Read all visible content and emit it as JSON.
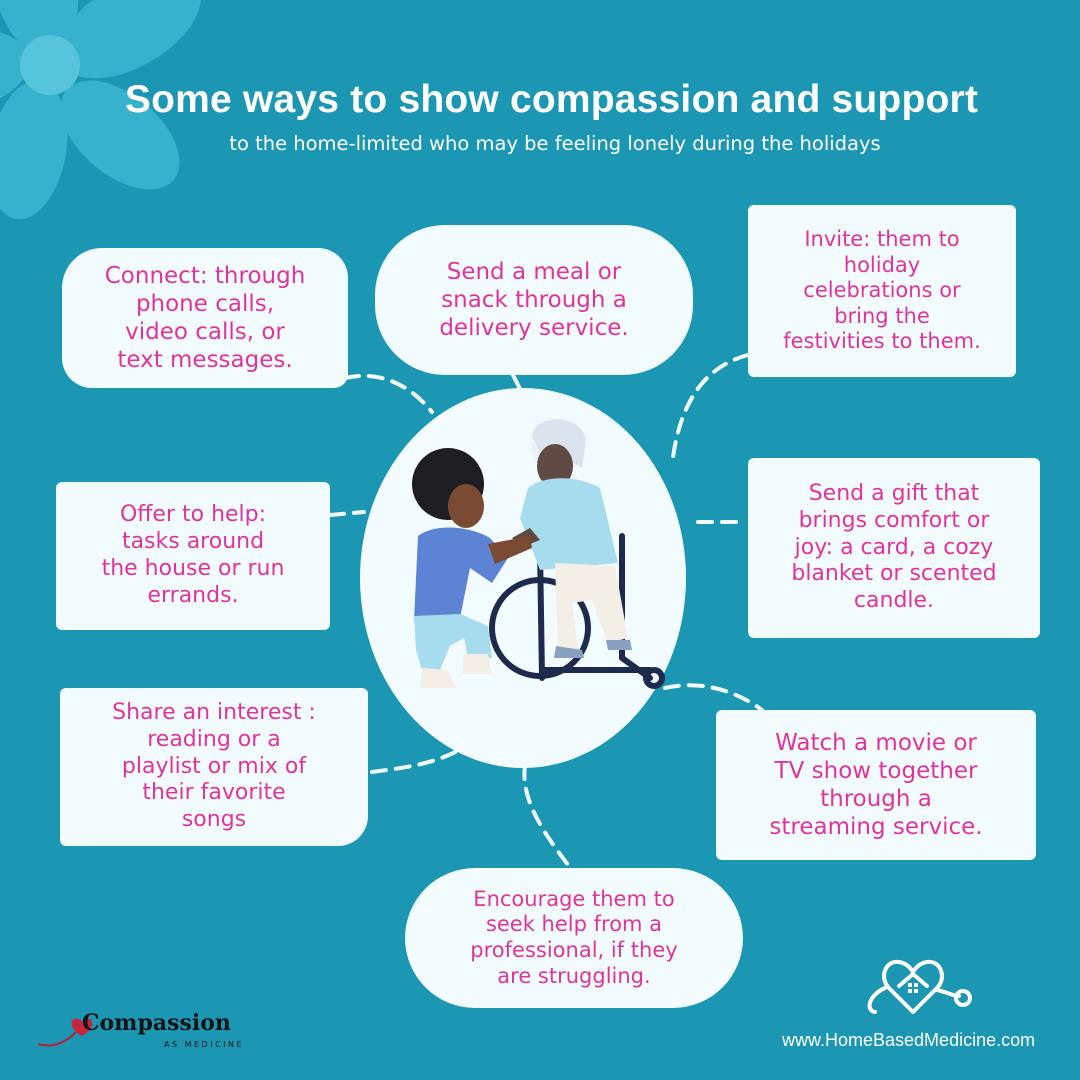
{
  "header": {
    "title": "Some ways to show compassion and support",
    "subtitle": "to the home-limited who may be feeling lonely during the holidays"
  },
  "tips": [
    {
      "lines": [
        "Connect: through",
        "phone calls,",
        "video calls, or",
        "text messages."
      ]
    },
    {
      "lines": [
        "Send a meal or",
        "snack through a",
        "delivery service."
      ]
    },
    {
      "lines": [
        "Invite: them to",
        "holiday",
        "celebrations or",
        "bring the",
        "festivities to them."
      ]
    },
    {
      "lines": [
        "Offer to help:",
        "tasks around",
        "the house or run",
        "errands."
      ]
    },
    {
      "lines": [
        "Send a gift that",
        "brings comfort or",
        "joy: a card, a cozy",
        "blanket or scented",
        "candle."
      ]
    },
    {
      "lines": [
        "Share an interest :",
        "reading or a",
        "playlist or mix of",
        "their favorite",
        "songs"
      ]
    },
    {
      "lines": [
        "Watch a movie or",
        "TV show together",
        "through a",
        "streaming service."
      ]
    },
    {
      "lines": [
        "Encourage them to",
        "seek help from a",
        "professional, if they",
        "are struggling."
      ]
    }
  ],
  "illustration": {
    "icon": "caregiver-and-wheelchair-user-illustration"
  },
  "branding": {
    "left_logo_text": "Compassion",
    "left_logo_tagline": "AS MEDICINE",
    "right_logo_icon": "heart-house-stethoscope-icon",
    "website": "www.HomeBasedMedicine.com"
  },
  "colors": {
    "background": "#1b96b3",
    "card": "#f2fcfe",
    "card_text": "#e0339f",
    "title_text": "#ffffff"
  }
}
